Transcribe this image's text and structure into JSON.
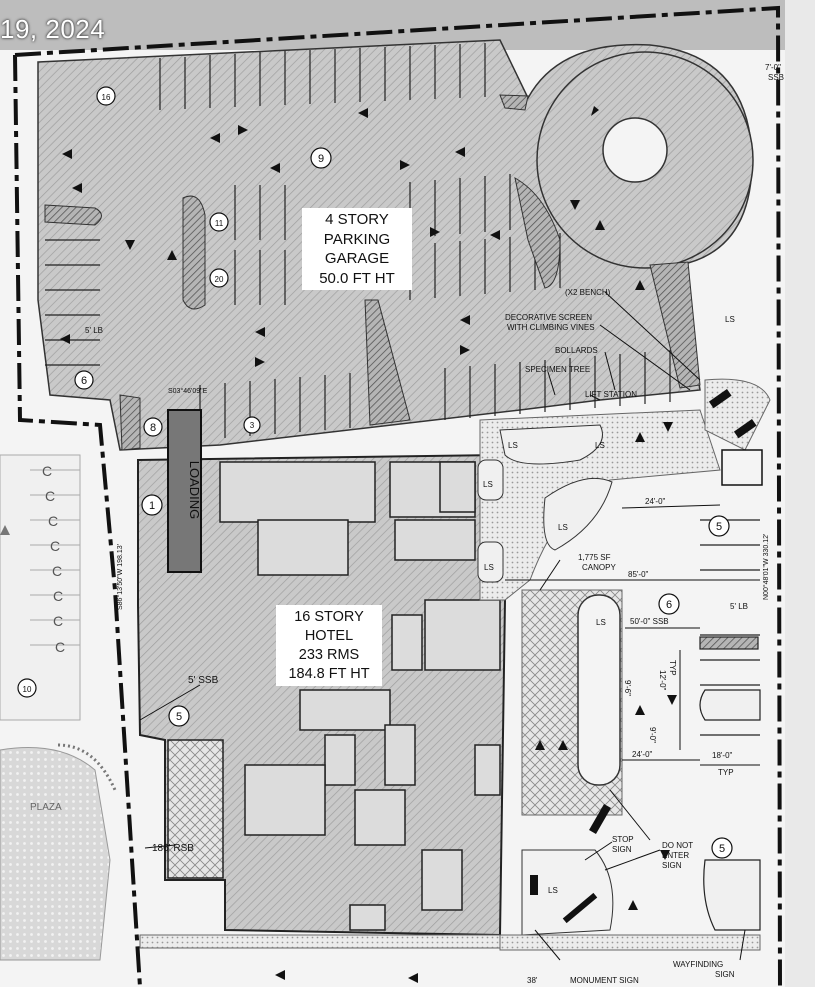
{
  "header": {
    "date_text": "19, 2024"
  },
  "buildings": {
    "garage": {
      "lines": [
        "4 STORY",
        "PARKING",
        "GARAGE",
        "50.0 FT HT"
      ]
    },
    "hotel": {
      "lines": [
        "16 STORY",
        "HOTEL",
        "233 RMS",
        "184.8 FT HT"
      ]
    }
  },
  "annotations": {
    "bench": "(X2 BENCH)",
    "screen1": "DECORATIVE SCREEN",
    "screen2": "WITH CLIMBING VINES",
    "bollards": "BOLLARDS",
    "specimen_tree": "SPECIMEN TREE",
    "lift_station": "LIFT STATION",
    "canopy1": "1,775 SF",
    "canopy2": "CANOPY",
    "ssb_top": "7'-0\"",
    "ssb_top2": "SSB",
    "dim_24": "24'-0\"",
    "dim_85": "85'-0\"",
    "dim_50ssb": "50'-0\" SSB",
    "dim_5lb": "5' LB",
    "dim_12": "12'-0\"",
    "typ": "TYP",
    "dim_9": "9'-0\"",
    "dim_9b": "9'-6\"",
    "dim_24b": "24'-0\"",
    "dim_18": "18'-0\"",
    "typ2": "TYP",
    "ssb5": "5' SSB",
    "rsb186": "186' RSB",
    "stop1": "STOP",
    "stop2": "SIGN",
    "dne1": "DO NOT",
    "dne2": "ENTER",
    "dne3": "SIGN",
    "monument": "MONUMENT SIGN",
    "way1": "WAYFINDING",
    "way2": "SIGN",
    "plaza": "PLAZA",
    "loading": "LOADING",
    "lb5": "5' LB",
    "dim38": "38'",
    "bearing_left": "S86°13'50\"W 198.13'",
    "bearing_right": "N00°48'01\"W 330.12'",
    "bearing_mid": "S03°46'09\"E",
    "ls": "LS",
    "c": "C"
  },
  "markers": {
    "m9": "9",
    "m5a": "5",
    "m5b": "5",
    "m5c": "5",
    "m6a": "6",
    "m6b": "6",
    "m1": "1",
    "m8": "8",
    "m10": "10",
    "m3": "3",
    "m11": "11",
    "m20": "20",
    "m16": "16"
  }
}
